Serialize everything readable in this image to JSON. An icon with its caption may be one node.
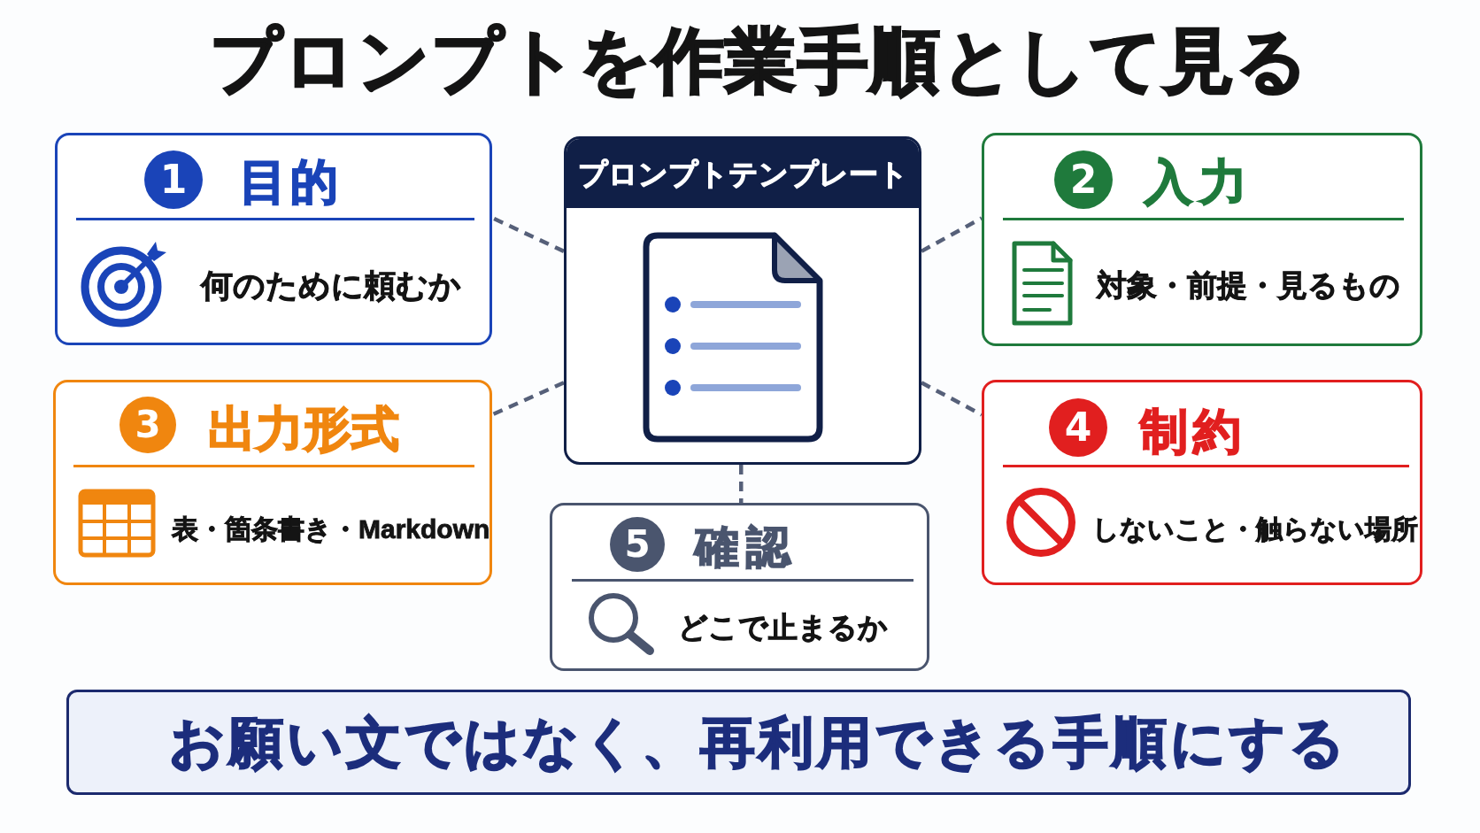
{
  "diagram": {
    "title": "プロンプトを作業手順として見る",
    "nodes": [
      {
        "text": [
          "目的",
          "何のために頼むか"
        ]
      },
      {
        "text": [
          "1"
        ],
        "in": 0
      },
      {
        "text": [
          "プロンプトテンプレート"
        ]
      },
      {
        "text": [
          "入力",
          "対象・前提・見るもの"
        ]
      },
      {
        "text": [
          "2"
        ],
        "in": 3
      },
      {
        "text": [
          "出力形式",
          "表・箇条書き・Markdown"
        ]
      },
      {
        "text": [
          "3"
        ],
        "in": 5
      },
      {
        "text": [
          "制約",
          "しないこと・触らない場所"
        ]
      },
      {
        "text": [
          "4"
        ],
        "in": 7
      },
      {
        "text": [
          "確認",
          "どこで止まるか"
        ]
      },
      {
        "text": [
          "5"
        ],
        "in": 9
      },
      {
        "text": [
          "お願い文ではなく、再利用できる手順にする"
        ]
      }
    ],
    "edges": [
      {
        "from": 2,
        "to": 0,
        "arrow": "none",
        "style": "dashed"
      },
      {
        "from": 2,
        "to": 3,
        "arrow": "none",
        "style": "dashed"
      },
      {
        "from": 2,
        "to": 5,
        "arrow": "none",
        "style": "dashed"
      },
      {
        "from": 2,
        "to": 7,
        "arrow": "none",
        "style": "dashed"
      },
      {
        "from": 2,
        "to": 9,
        "arrow": "none",
        "style": "dashed"
      }
    ]
  }
}
